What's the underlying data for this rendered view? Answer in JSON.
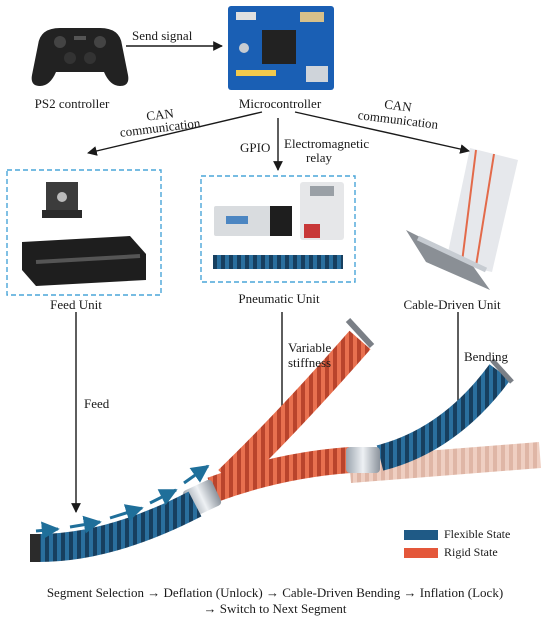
{
  "labels": {
    "ps2_controller": "PS2 controller",
    "send_signal": "Send signal",
    "microcontroller": "Microcontroller",
    "can_left_1": "CAN",
    "can_left_2": "communication",
    "can_right_1": "CAN",
    "can_right_2": "communication",
    "gpio": "GPIO",
    "electromagnetic_1": "Electromagnetic",
    "electromagnetic_2": "relay",
    "feed_unit": "Feed Unit",
    "pneumatic_unit": "Pneumatic Unit",
    "cable_driven_unit": "Cable-Driven Unit",
    "variable_1": "Variable",
    "variable_2": "stiffness",
    "bending": "Bending",
    "feed": "Feed"
  },
  "legend": {
    "flexible": {
      "label": "Flexible State",
      "color": "#1f5a86"
    },
    "rigid": {
      "label": "Rigid State",
      "color": "#e4573a"
    }
  },
  "caption": {
    "line1": "Segment Selection → Deflation (Unlock) → Cable-Driven Bending → Inflation (Lock)",
    "line2": "→ Switch to Next Segment"
  },
  "colors": {
    "box_dash": "#4aa6d8",
    "arrow": "#1a1a1a",
    "flow_arrow": "#1f6f9a",
    "flexible": "#1f5a86",
    "rigid": "#e4573a"
  }
}
